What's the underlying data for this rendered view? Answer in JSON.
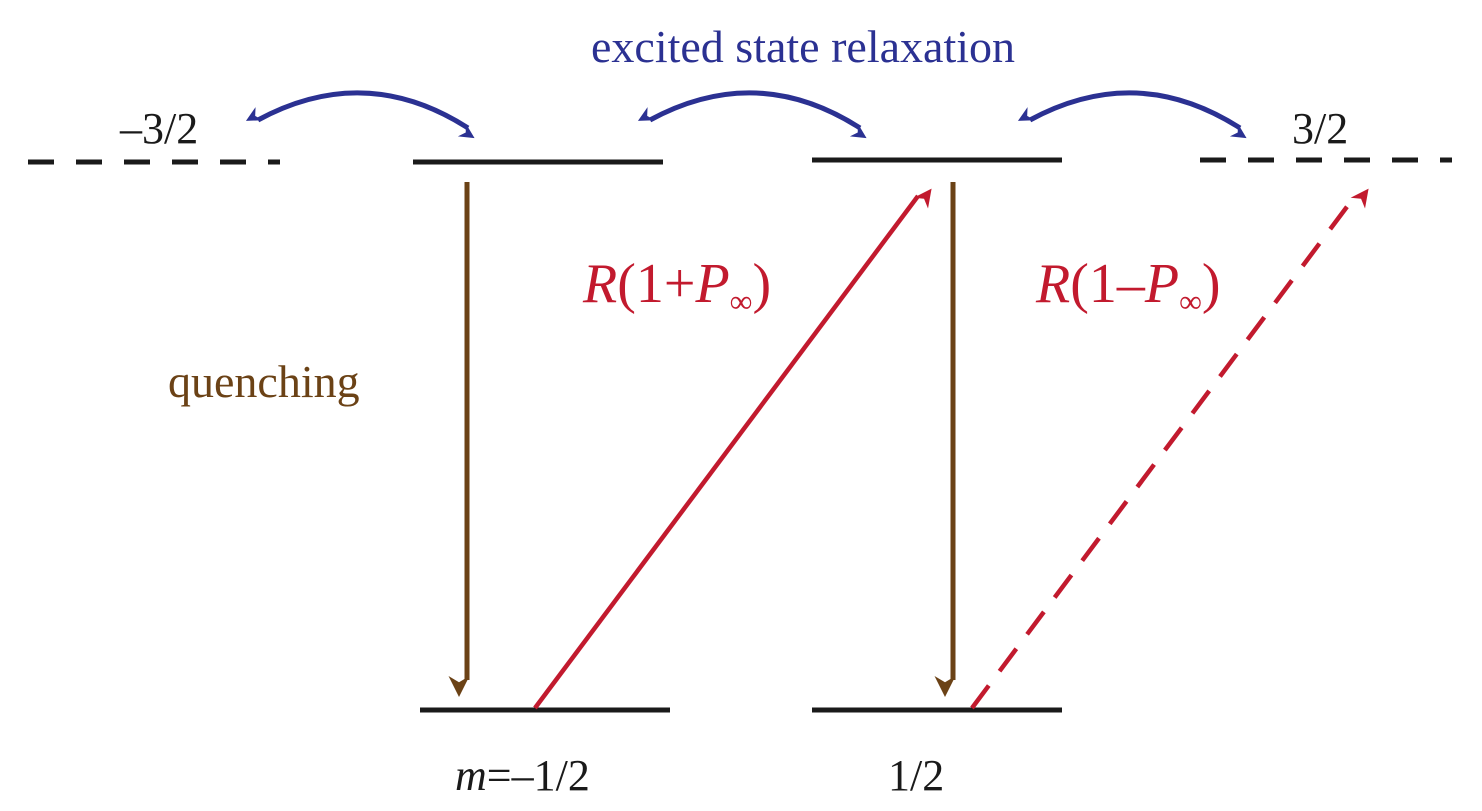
{
  "title": "excited state relaxation",
  "labels": {
    "level_neg3_2": "–3/2",
    "level_3_2": "3/2",
    "ground_left_m": "m",
    "ground_left_rest": "=–1/2",
    "ground_right": "1/2",
    "quenching": "quenching"
  },
  "rates": {
    "plus": {
      "R": "R",
      "open": "(1+",
      "P": "P",
      "sub": "∞",
      "close": ")"
    },
    "minus": {
      "R": "R",
      "open": "(1–",
      "P": "P",
      "sub": "∞",
      "close": ")"
    }
  },
  "colors": {
    "blue": "#2b3192",
    "brown": "#6b4216",
    "red": "#c21a2e",
    "black": "#1a1a1a"
  }
}
